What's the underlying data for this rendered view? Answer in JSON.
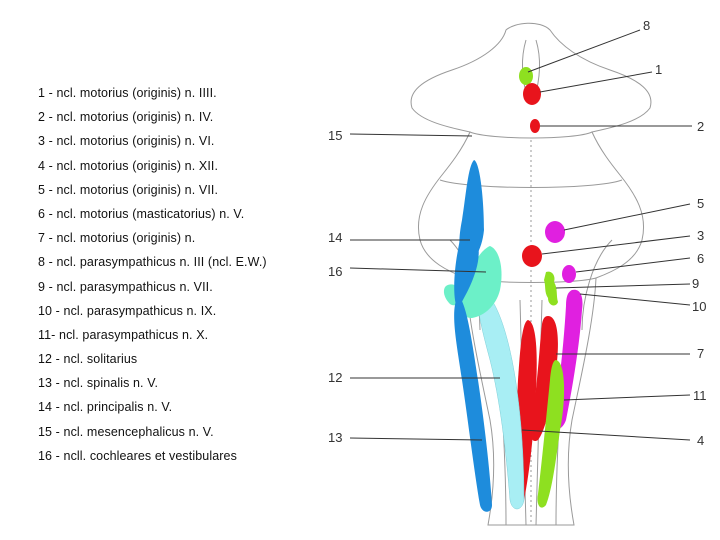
{
  "legend": [
    "1 - ncl. motorius (originis) n. IIII.",
    "2 - ncl. motorius (originis) n. IV.",
    "3 - ncl. motorius (originis) n. VI.",
    "4 - ncl. motorius (originis) n. XII.",
    "5 - ncl. motorius (originis) n. VII.",
    "6 - ncl. motorius (masticatorius) n. V.",
    "7 - ncl. motorius (originis) n.",
    "8 - ncl. parasympathicus n. III (ncl. E.W.)",
    "9 - ncl. parasympathicus n. VII.",
    "10 - ncl. parasympathicus n. IX.",
    "11- ncl. parasympathicus n. X.",
    "12 - ncl. solitarius",
    "13 - ncl. spinalis n. V.",
    "14 - ncl. principalis n. V.",
    "15 - ncl. mesencephalicus n. V.",
    "16 - ncll. cochleares et vestibulares"
  ],
  "callouts": {
    "right": [
      "8",
      "1",
      "2",
      "5",
      "3",
      "6",
      "9",
      "10",
      "7",
      "11",
      "4"
    ],
    "left": [
      "15",
      "14",
      "16",
      "12",
      "13"
    ]
  },
  "colors": {
    "outline": "#9a9a9a",
    "red": "#e8141c",
    "magenta": "#e020e0",
    "green": "#8ee020",
    "blue": "#1e8cdc",
    "light_blue": "#a8eef4",
    "aqua_green": "#6cf0c8"
  }
}
